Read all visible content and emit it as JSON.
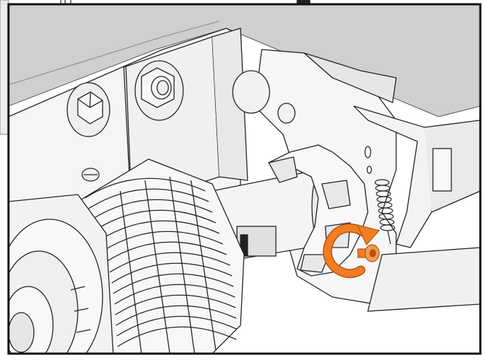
{
  "diagram": {
    "components": [
      {
        "name": "cable-drum",
        "label": ""
      },
      {
        "name": "torsion-shaft",
        "label": ""
      },
      {
        "name": "ratchet-wheel",
        "label": ""
      },
      {
        "name": "pawl-arm",
        "label": ""
      },
      {
        "name": "tension-spring",
        "label": ""
      },
      {
        "name": "set-screw",
        "label": ""
      },
      {
        "name": "mounting-bracket",
        "label": ""
      },
      {
        "name": "hex-bolts",
        "label": ""
      }
    ],
    "indicators": [
      {
        "name": "rotation-arrow",
        "direction": "clockwise",
        "highlight_color": "#f07d22"
      }
    ]
  },
  "colors": {
    "highlight": "#f07d22",
    "highlight_dark": "#b5520e",
    "line": "#222222",
    "frame": "#111111",
    "background_panel": "#d0d0d0",
    "part_fill": "#f5f5f5",
    "part_shade": "#e4e4e4"
  }
}
